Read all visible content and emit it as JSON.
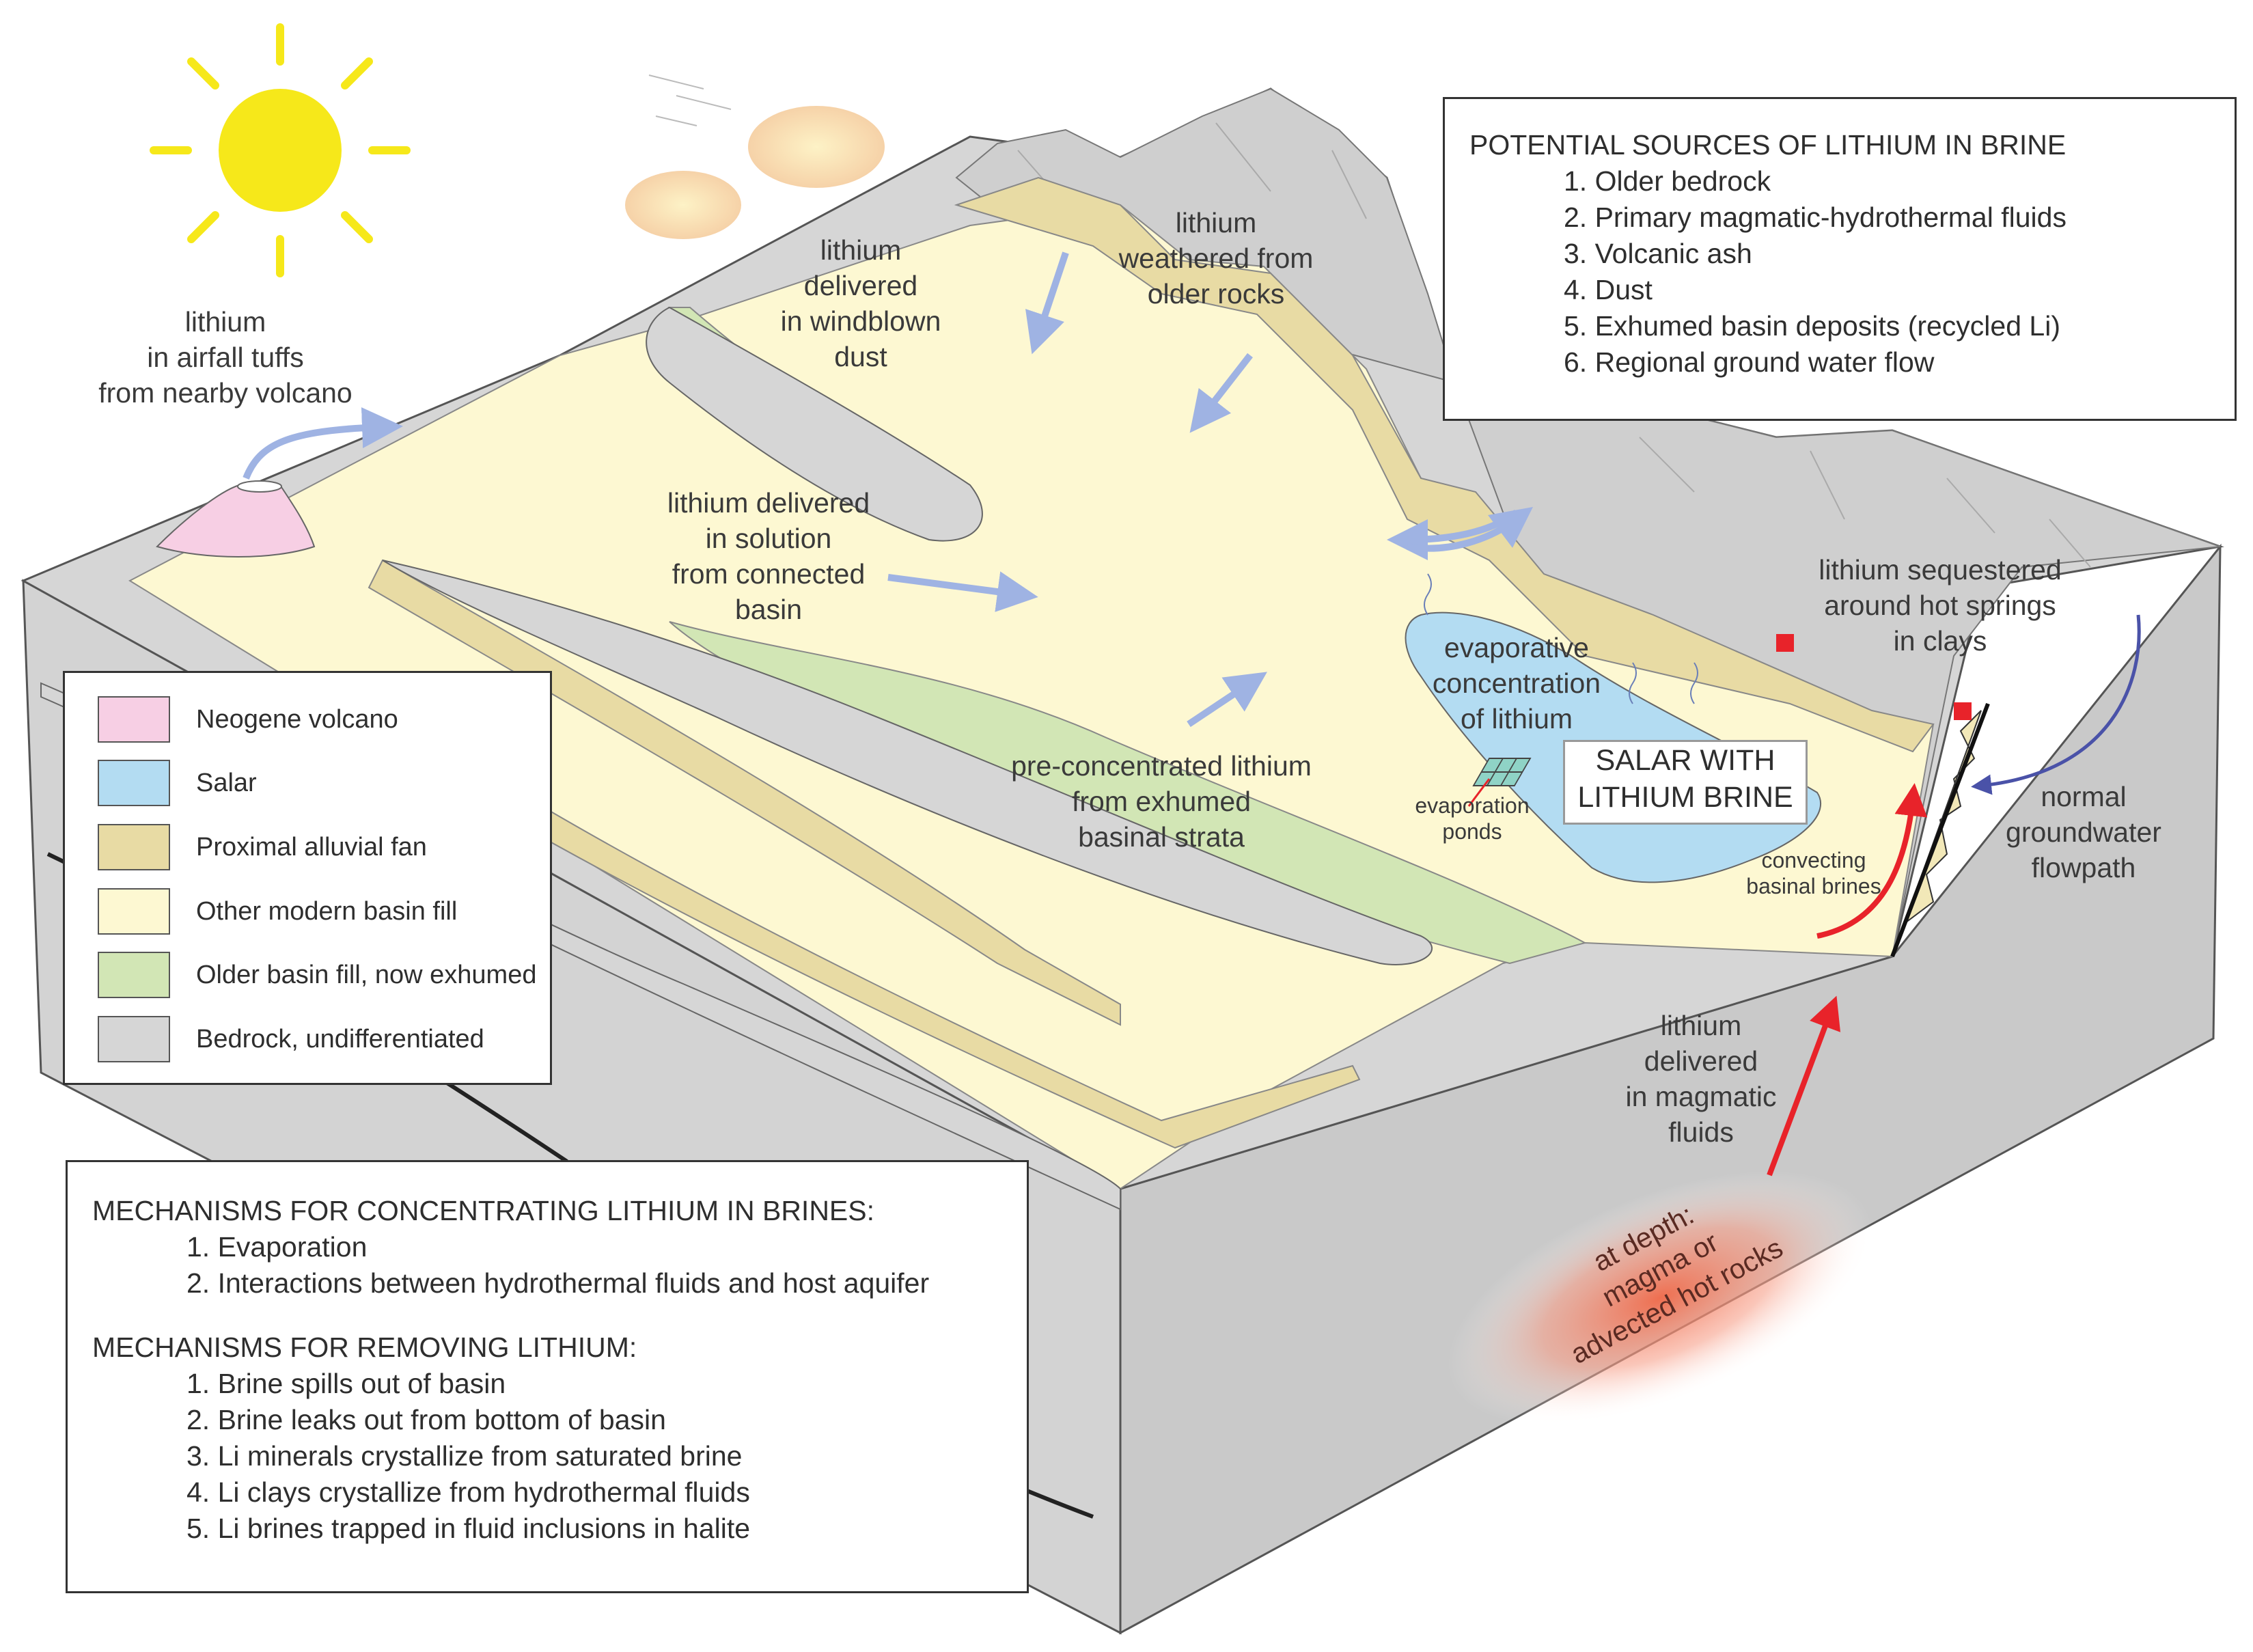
{
  "labels": {
    "airfall": [
      "lithium",
      "in airfall tuffs",
      "from nearby volcano"
    ],
    "windblown": [
      "lithium",
      "delivered",
      "in windblown",
      "dust"
    ],
    "weathered": [
      "lithium",
      "weathered from",
      "older rocks"
    ],
    "solution": [
      "lithium delivered",
      "in solution",
      "from connected",
      "basin"
    ],
    "preconcentrated": [
      "pre-concentrated lithium",
      "from exhumed",
      "basinal strata"
    ],
    "evaporative": [
      "evaporative",
      "concentration",
      "of lithium"
    ],
    "evaporation_ponds": [
      "evaporation",
      "ponds"
    ],
    "salar": [
      "SALAR WITH",
      "LITHIUM BRINE"
    ],
    "convecting": [
      "convecting",
      "basinal brines"
    ],
    "hot_springs": [
      "lithium sequestered",
      "around hot springs",
      "in clays"
    ],
    "groundwater": [
      "normal",
      "groundwater",
      "flowpath"
    ],
    "magmatic": [
      "lithium",
      "delivered",
      "in magmatic",
      "fluids"
    ],
    "depth": [
      "at depth:",
      "magma or",
      "advected hot rocks"
    ]
  },
  "sources_box": {
    "title": "POTENTIAL SOURCES OF LITHIUM IN BRINE",
    "items": [
      "1. Older bedrock",
      "2. Primary magmatic-hydrothermal fluids",
      "3. Volcanic ash",
      "4. Dust",
      "5. Exhumed basin deposits (recycled Li)",
      "6. Regional ground water flow"
    ]
  },
  "legend": [
    {
      "label": "Neogene volcano",
      "color": "#f7cfe4"
    },
    {
      "label": "Salar",
      "color": "#b3dcf2"
    },
    {
      "label": "Proximal alluvial fan",
      "color": "#e8dba4"
    },
    {
      "label": "Other modern basin fill",
      "color": "#fdf8d2"
    },
    {
      "label": "Older basin fill, now exhumed",
      "color": "#d2e6b5"
    },
    {
      "label": "Bedrock, undifferentiated",
      "color": "#d6d6d6"
    }
  ],
  "mechanisms_box": {
    "concentrating_title": "MECHANISMS FOR CONCENTRATING LITHIUM IN BRINES:",
    "concentrating": [
      "1. Evaporation",
      "2. Interactions between hydrothermal fluids and host aquifer"
    ],
    "removing_title": "MECHANISMS FOR REMOVING LITHIUM:",
    "removing": [
      "1. Brine spills out of basin",
      "2. Brine leaks out from bottom of basin",
      "3. Li minerals crystallize from saturated brine",
      "4. Li clays crystallize from hydrothermal fluids",
      "5. Li brines trapped in fluid inclusions in halite"
    ]
  },
  "colors": {
    "sun": "#f6e81a",
    "arrow_blue": "#9fb3e3",
    "arrow_red": "#e8232a",
    "arrow_navy": "#4a52a8",
    "hot_spring": "#e8232a"
  }
}
